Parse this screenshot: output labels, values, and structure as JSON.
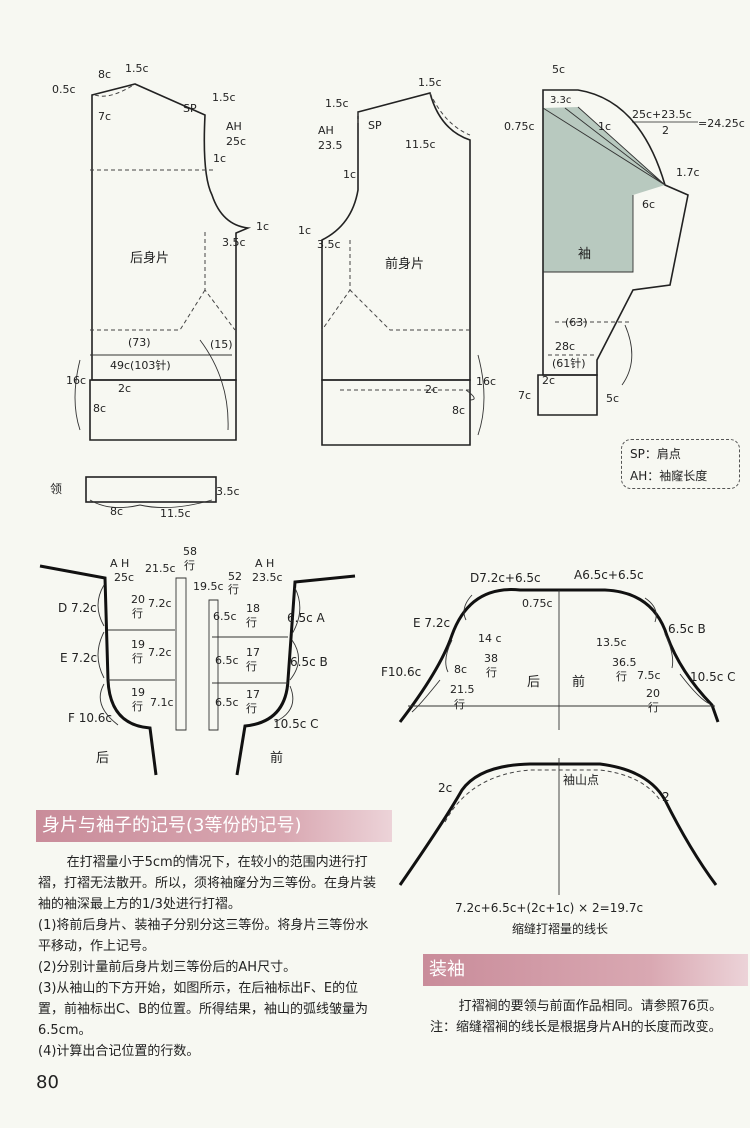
{
  "page_number": "80",
  "pattern": {
    "back": {
      "name": "后身片",
      "l_0_5": "0.5c",
      "l_8": "8c",
      "l_1_5": "1.5c",
      "l_sp": "SP",
      "l_1_5b": "1.5c",
      "l_7": "7c",
      "l_ah": "AH",
      "l_25": "25c",
      "l_1c": "1c",
      "l_1c_b": "1c",
      "l_3_5": "3.5c",
      "l_73": "(73)",
      "l_15": "(15)",
      "l_49": "49c(103针)",
      "l_16": "16c",
      "l_2": "2c",
      "l_8b": "8c"
    },
    "front": {
      "name": "前身片",
      "l_1_5": "1.5c",
      "l_1_5b": "1.5c",
      "l_sp": "SP",
      "l_ah": "AH",
      "l_23_5": "23.5",
      "l_11_5": "11.5c",
      "l_1c": "1c",
      "l_1c_b": "1c",
      "l_3_5": "3.5c",
      "l_2": "2c",
      "l_16": "16c",
      "l_8": "8c"
    },
    "sleeve": {
      "name": "袖",
      "l_5": "5c",
      "l_3_3": "3.3c",
      "l_formula_top": "25c+23.5c",
      "l_formula_bottom": "2",
      "l_formula_result": "=24.25c",
      "l_0_75": "0.75c",
      "l_1c": "1c",
      "l_1_7": "1.7c",
      "l_6": "6c",
      "l_63": "(63)",
      "l_28": "28c",
      "l_61": "(61针)",
      "l_2": "2c",
      "l_7": "7c",
      "l_5b": "5c"
    },
    "collar": {
      "name": "领",
      "l_3_5": "3.5c",
      "l_8": "8c",
      "l_11_5": "11.5c"
    }
  },
  "legend": {
    "sp": "SP：肩点",
    "ah": "AH：袖窿长度"
  },
  "armhole": {
    "back_label": "后",
    "front_label": "前",
    "ah_left": "A H",
    "ah_left_val": "25c",
    "ah_right": "A H",
    "ah_right_val": "23.5c",
    "v_21_5": "21.5c",
    "v_58": "58",
    "v_19_5": "19.5c",
    "v_52": "52",
    "row_label": "行",
    "D": "D 7.2c",
    "E": "E 7.2c",
    "F": "F 10.6c",
    "v_20": "20",
    "v_7_2a": "7.2c",
    "v_19a": "19",
    "v_7_2b": "7.2c",
    "v_19b": "19",
    "v_7_1": "7.1c",
    "v_6_5a": "6.5c",
    "v_18": "18",
    "v_6_5b": "6.5c",
    "v_17a": "17",
    "v_6_5c": "6.5c",
    "v_17b": "17",
    "A": "6.5c A",
    "B": "6.5c B",
    "C": "10.5c C"
  },
  "sleeve_cap": {
    "D": "D7.2c+6.5c",
    "A": "A6.5c+6.5c",
    "v_0_75": "0.75c",
    "E": "E 7.2c",
    "v_14": "14 c",
    "v_38": "38",
    "F": "F10.6c",
    "v_8": "8c",
    "v_21_5": "21.5",
    "back": "后",
    "front": "前",
    "v_13_5": "13.5c",
    "v_36_5": "36.5",
    "B": "6.5c B",
    "v_7_5": "7.5c",
    "v_20": "20",
    "C": "10.5c C",
    "row_label": "行"
  },
  "ease": {
    "l_2c": "2c",
    "l_top": "袖山点",
    "l_2": "2",
    "formula": "7.2c+6.5c+(2c+1c) × 2=19.7c",
    "caption": "缩缝打褶量的线长"
  },
  "section1": {
    "title": "身片与袖子的记号(3等份的记号)",
    "intro": "在打褶量小于5cm的情况下，在较小的范围内进行打褶，打褶无法散开。所以，须将袖窿分为三等份。在身片装袖的袖深最上方的1/3处进行打褶。",
    "items": [
      "(1)将前后身片、装袖子分别分这三等份。将身片三等份水平移动，作上记号。",
      "(2)分别计量前后身片划三等份后的AH尺寸。",
      "(3)从袖山的下方开始，如图所示，在后袖标出F、E的位置，前袖标出C、B的位置。所得结果，袖山的弧线皱量为6.5cm。",
      "(4)计算出合记位置的行数。"
    ]
  },
  "section2": {
    "title": "装袖",
    "text": "打褶裥的要领与前面作品相同。请参照76页。注：缩缝褶裥的线长是根据身片AH的长度而改变。"
  }
}
